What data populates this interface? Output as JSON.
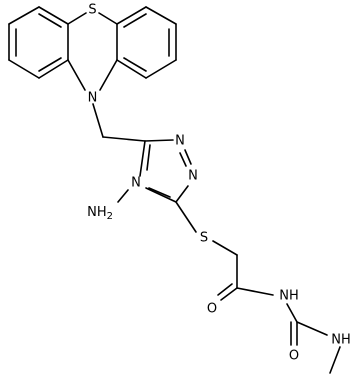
{
  "structure": {
    "atoms": {
      "S_ring": "S",
      "N_ring": "N",
      "N_tz_1": "N",
      "N_tz_2": "N",
      "N_tz_4": "N",
      "NH2": "NH",
      "NH2_sub": "2",
      "S_thio": "S",
      "O_amide": "O",
      "NH_amide": "NH",
      "O_urea": "O",
      "NH_methyl": "NH"
    }
  }
}
